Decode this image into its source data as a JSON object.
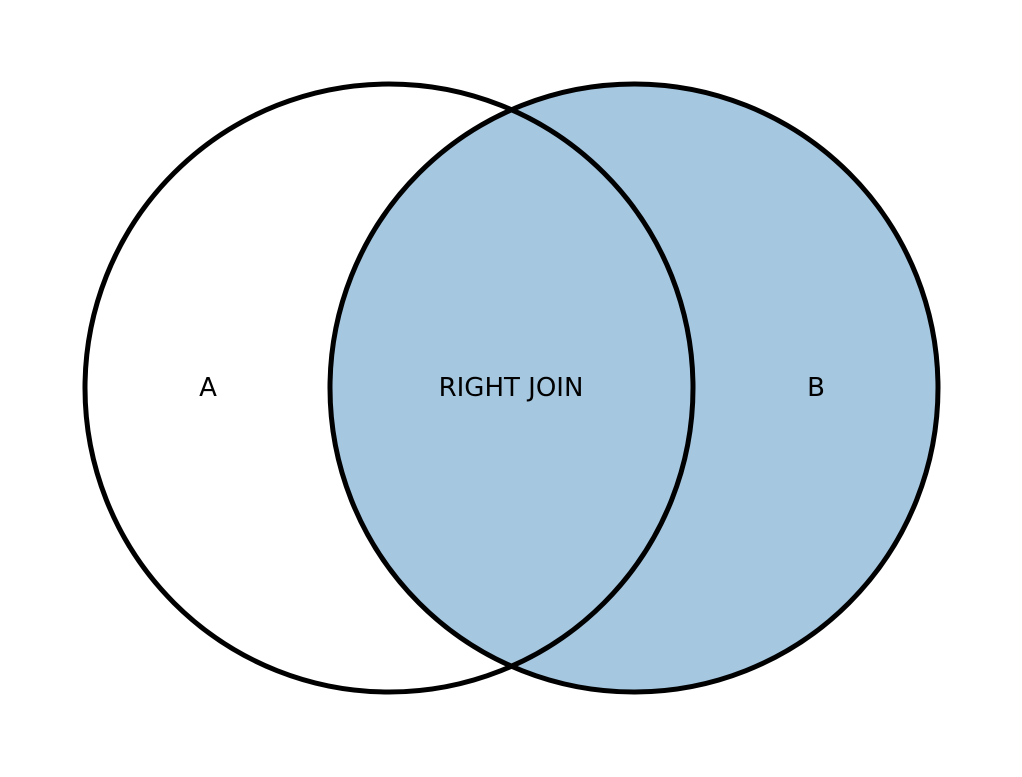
{
  "diagram": {
    "set_a": {
      "label": "A",
      "highlighted": false
    },
    "set_b": {
      "label": "B",
      "highlighted": true
    },
    "intersection": {
      "label": "RIGHT JOIN",
      "highlighted": true
    }
  },
  "colors": {
    "highlight_fill": "#a5c7e0",
    "outline": "#000000",
    "background": "#ffffff"
  }
}
